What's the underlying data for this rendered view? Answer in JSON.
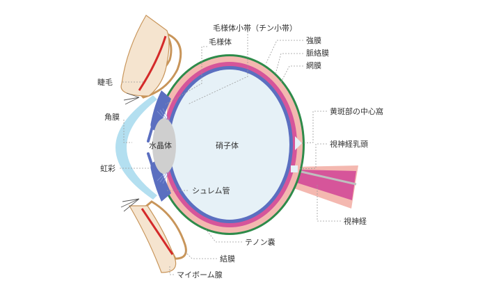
{
  "labels": {
    "ciliary_zonule": "毛様体小帯（チン小帯）",
    "ciliary_body": "毛様体",
    "sclera": "強膜",
    "choroid": "脈絡膜",
    "retina": "網膜",
    "eyelash": "睫毛",
    "cornea": "角膜",
    "lens": "水晶体",
    "vitreous": "硝子体",
    "iris": "虹彩",
    "schlemm": "シュレム管",
    "fovea": "黄斑部の中心窩",
    "optic_disc": "視神経乳頭",
    "optic_nerve": "視神経",
    "tenon": "テノン嚢",
    "conjunctiva": "結膜",
    "meibomian": "マイボーム腺"
  },
  "colors": {
    "tenon_capsule": "#2e8b4a",
    "sclera": "#f4b8b0",
    "choroid": "#d6559a",
    "retina": "#5b6fc0",
    "vitreous": "#e6f1f7",
    "cornea": "#b3dff0",
    "lens": "#cfcfcf",
    "eyelid": "#c8955a",
    "eyelash_gland": "#d42a2a"
  }
}
